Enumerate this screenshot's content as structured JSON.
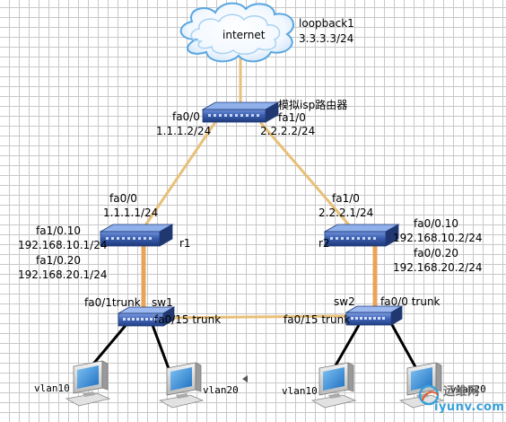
{
  "cloud": {
    "label": "internet",
    "loopback_name": "loopback1",
    "loopback_ip": "3.3.3.3/24"
  },
  "isp": {
    "title": "模拟isp路由器",
    "left_if": "fa0/0",
    "left_ip": "1.1.1.2/24",
    "right_if": "fa1/0",
    "right_ip": "2.2.2.2/24"
  },
  "r1": {
    "name": "r1",
    "up_if": "fa0/0",
    "up_ip": "1.1.1.1/24",
    "sub1_if": "fa1/0.10",
    "sub1_ip": "192.168.10.1/24",
    "sub2_if": "fa1/0.20",
    "sub2_ip": "192.168.20.1/24"
  },
  "r2": {
    "name": "r2",
    "up_if": "fa1/0",
    "up_ip": "2.2.2.1/24",
    "sub1_if": "fa0/0.10",
    "sub1_ip": "192.168.10.2/24",
    "sub2_if": "fa0/0.20",
    "sub2_ip": "192.168.20.2/24"
  },
  "sw1": {
    "name": "sw1",
    "up_trunk": "fa0/1trunk",
    "side_trunk": "fa0/15 trunk"
  },
  "sw2": {
    "name": "sw2",
    "up_trunk": "fa0/0 trunk",
    "side_trunk": "fa0/15 trunk"
  },
  "pcs": {
    "pc1": "vlan10",
    "pc2": "vlan20",
    "pc3": "vlan10",
    "pc4": "vlan20"
  },
  "watermark": {
    "top": "运维网",
    "bottom": "iyunv.com"
  },
  "colors": {
    "router_body": "#2f4f9a",
    "router_top": "#5a7fd0",
    "wan_link": "#e8c078",
    "trunk_link": "#e8a45a",
    "cloud_blue": "#7ab8e8",
    "pc_screen": "#3b8fd8"
  }
}
